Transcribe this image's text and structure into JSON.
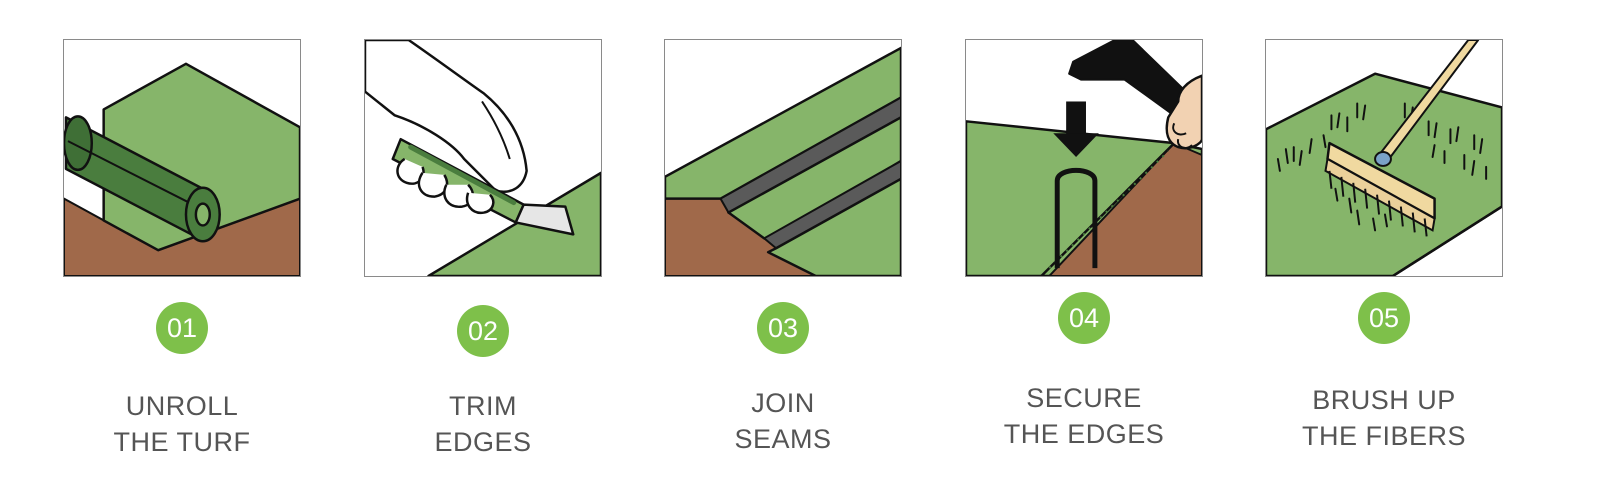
{
  "colors": {
    "badge": "#7ec04a",
    "turf_light": "#86b56a",
    "turf_dark": "#4a7d3e",
    "soil": "#a0694a",
    "seam": "#5a5a5a",
    "caption": "#555555"
  },
  "steps": [
    {
      "number": "01",
      "line1": "UNROLL",
      "line2": "THE TURF",
      "icon": "turf-roll-icon"
    },
    {
      "number": "02",
      "line1": "TRIM",
      "line2": "EDGES",
      "icon": "utility-knife-icon"
    },
    {
      "number": "03",
      "line1": "JOIN",
      "line2": "SEAMS",
      "icon": "seam-join-icon"
    },
    {
      "number": "04",
      "line1": "SECURE",
      "line2": "THE EDGES",
      "icon": "hammer-staple-icon"
    },
    {
      "number": "05",
      "line1": "BRUSH UP",
      "line2": "THE FIBERS",
      "icon": "broom-icon"
    }
  ]
}
